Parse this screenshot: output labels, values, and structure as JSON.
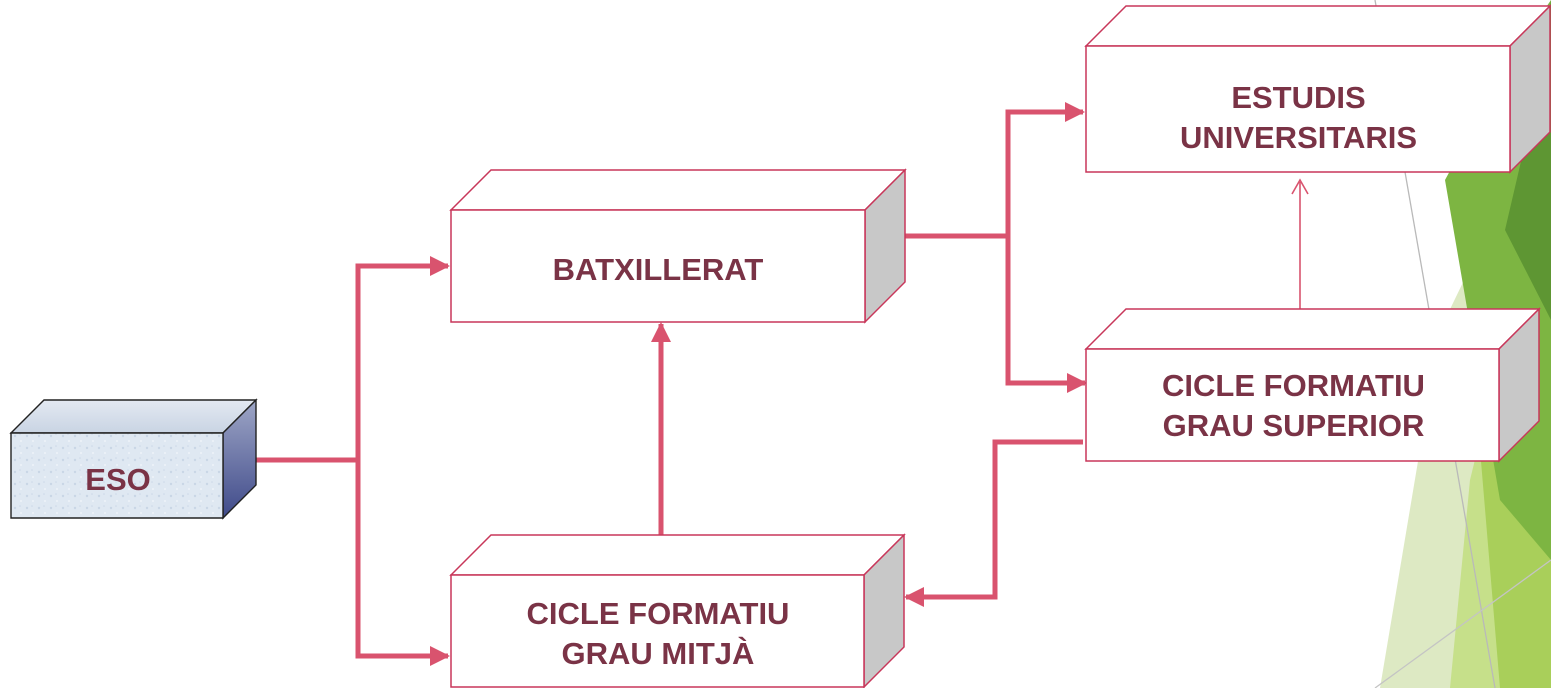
{
  "diagram": {
    "nodes": {
      "eso": {
        "lines": [
          "ESO"
        ]
      },
      "batxillerat": {
        "lines": [
          "BATXILLERAT"
        ]
      },
      "cfgm": {
        "lines": [
          "CICLE FORMATIU",
          "GRAU MITJÀ"
        ]
      },
      "estudis": {
        "lines": [
          "ESTUDIS",
          "UNIVERSITARIS"
        ]
      },
      "cfgs": {
        "lines": [
          "CICLE FORMATIU",
          "GRAU SUPERIOR"
        ]
      }
    },
    "colors": {
      "arrow": "#d9536e",
      "box_border": "#c8375a",
      "label_text": "#7a3346",
      "box_side": "#c8c8c8",
      "eso_fill": "#dfe8f2",
      "decor_greens": [
        "#5e9633",
        "#7db542",
        "#a9cf5a",
        "#c6e08a",
        "#dde9c3"
      ]
    }
  }
}
